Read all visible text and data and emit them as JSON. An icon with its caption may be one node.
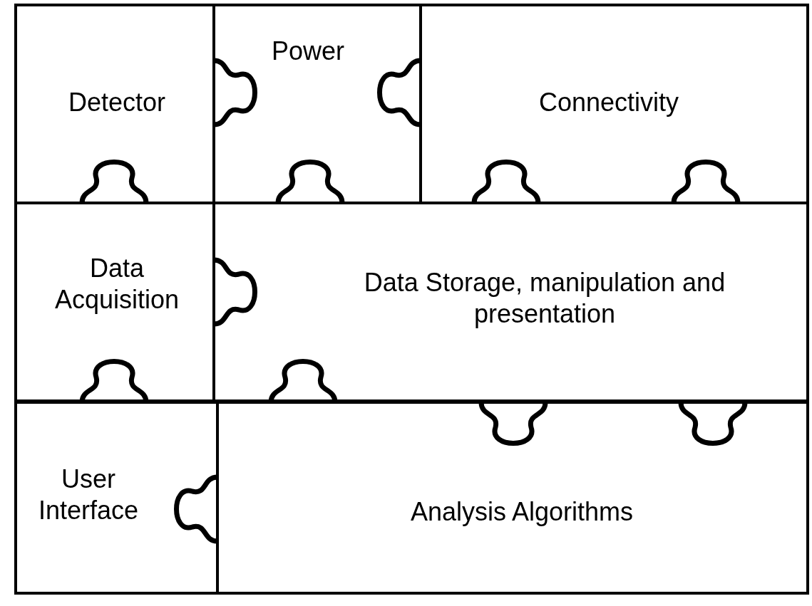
{
  "diagram": {
    "nodes": [
      {
        "text": [
          "Detector"
        ]
      },
      {
        "text": [
          "Power"
        ]
      },
      {
        "text": [
          "Connectivity"
        ]
      },
      {
        "text": [
          "Data Acquisition"
        ]
      },
      {
        "text": [
          "Data Storage, manipulation and presentation"
        ]
      },
      {
        "text": [
          "User Interface"
        ]
      },
      {
        "text": [
          "Analysis Algorithms"
        ]
      }
    ]
  }
}
